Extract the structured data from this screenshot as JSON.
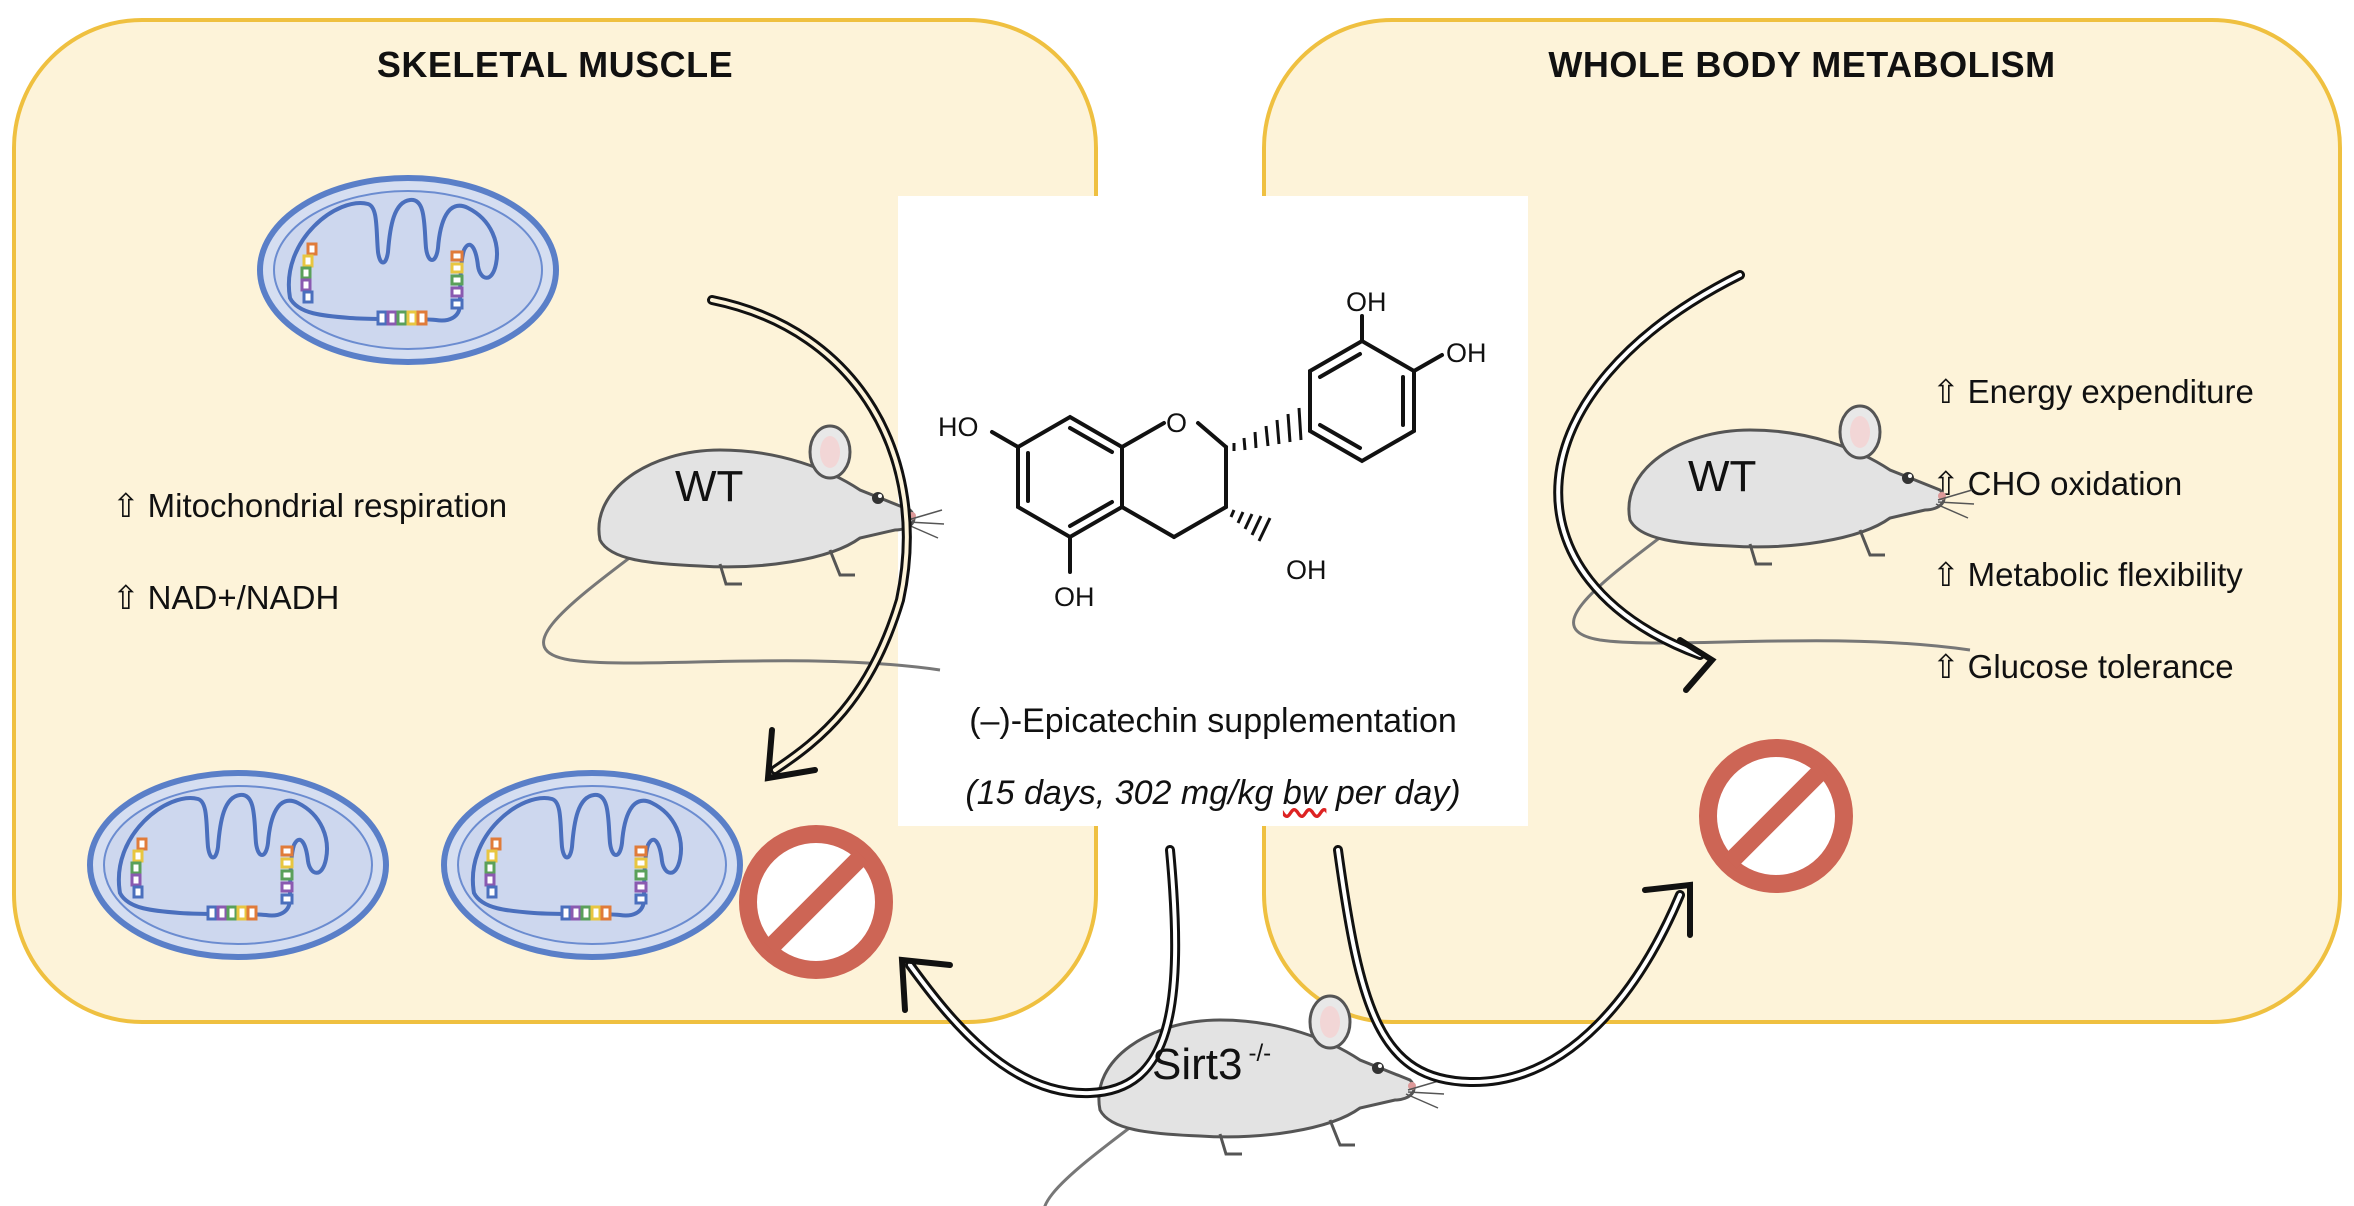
{
  "panels": {
    "left": {
      "title": "SKELETAL MUSCLE",
      "effects": [
        "Mitochondrial respiration",
        "NAD+/NADH"
      ]
    },
    "right": {
      "title": "WHOLE BODY METABOLISM",
      "effects": [
        "Energy expenditure",
        "CHO oxidation",
        "Metabolic flexibility",
        "Glucose tolerance"
      ]
    }
  },
  "effect_arrow": "⇧",
  "center": {
    "atoms": {
      "oh": "OH",
      "ho": "HO",
      "o": "O"
    },
    "caption": "(–)-Epicatechin supplementation",
    "dose_prefix": "(15 days, 302 mg/kg ",
    "dose_underlined": "bw",
    "dose_suffix": " per day)"
  },
  "mice": {
    "wt_left": "WT",
    "wt_right": "WT",
    "knockout": "Sirt3",
    "knockout_superscript": "-/-"
  },
  "colors": {
    "panel_fill": "#fdf3d9",
    "panel_border": "#efc040",
    "mito_fill": "#cfd9ef",
    "mito_border": "#5a7fc8",
    "prohibit": "#cd6555",
    "mouse_body": "#e3e3e3"
  },
  "icons": [
    "mitochondrion-icon",
    "mouse-icon",
    "prohibited-icon",
    "up-arrow-icon"
  ]
}
